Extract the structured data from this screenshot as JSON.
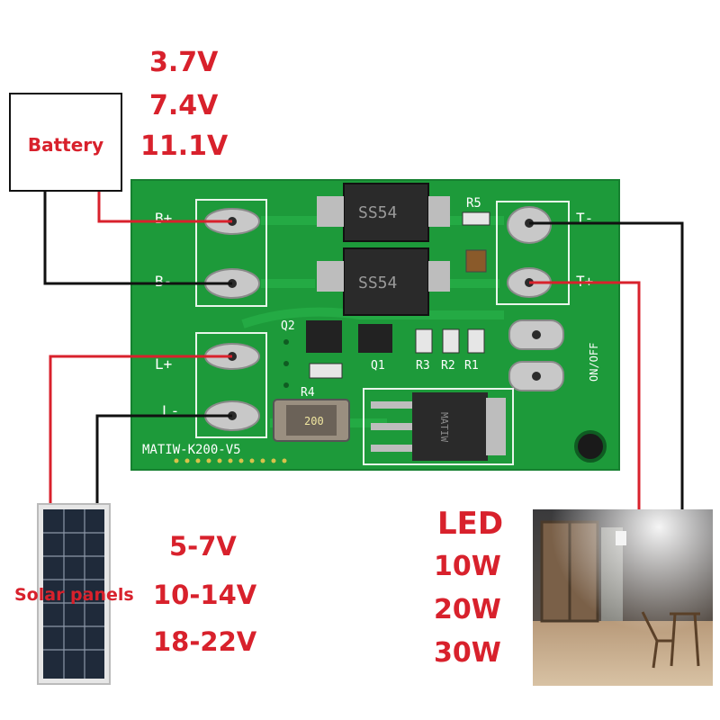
{
  "battery": {
    "label": "Battery",
    "voltages": [
      "3.7V",
      "7.4V",
      "11.1V"
    ]
  },
  "solar": {
    "label": "Solar panels",
    "voltages": [
      "5-7V",
      "10-14V",
      "18-22V"
    ]
  },
  "led": {
    "label": "LED",
    "wattages": [
      "10W",
      "20W",
      "30W"
    ]
  },
  "board": {
    "model": "MATIW-K200-V5",
    "terminals": [
      "B+",
      "B-",
      "L+",
      "L-",
      "T-",
      "T+"
    ],
    "diodes": [
      "SS54",
      "SS54"
    ],
    "resistors": [
      "R5",
      "R4",
      "R3",
      "R2",
      "R1"
    ],
    "transistors": [
      "Q2",
      "Q1"
    ],
    "switch_label": "ON/OFF",
    "inductor_code": "200",
    "regulator_marking": "MATIW"
  },
  "colors": {
    "pcb": "#1d9a3a",
    "wire_red": "#d8212c",
    "wire_black": "#111111",
    "text_red": "#d8212c"
  }
}
